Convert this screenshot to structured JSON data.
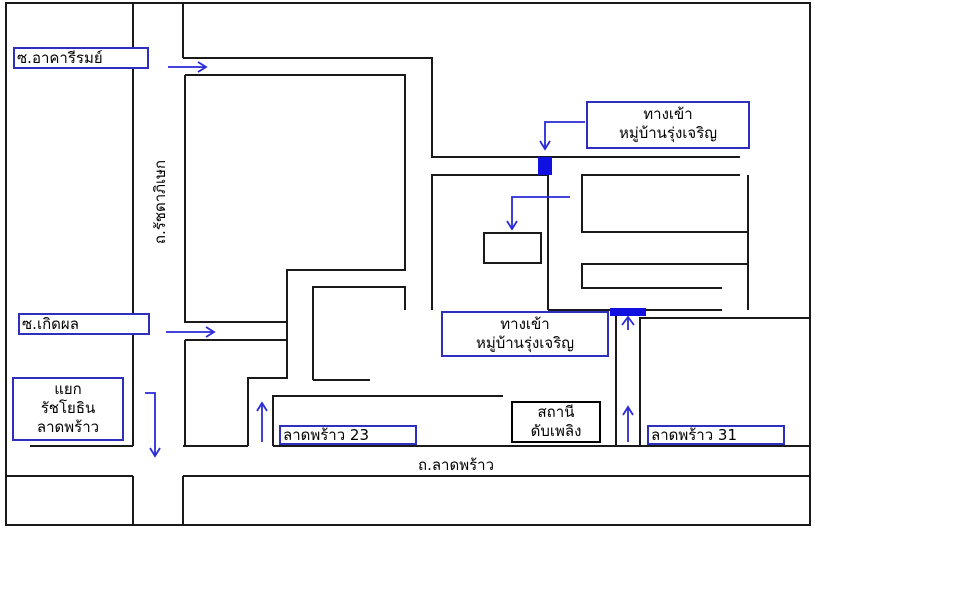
{
  "roads": {
    "soi_arakarom": "ซ.อาคารีรมย์",
    "ratchadaphisek": "ถ.รัชดาภิเษก",
    "soi_kerdphon": "ซ.เกิดผล",
    "lat_phrao_road": "ถ.ลาดพร้าว",
    "lat_phrao_23": "ลาดพร้าว 23",
    "lat_phrao_31": "ลาดพร้าว 31"
  },
  "landmarks": {
    "entrance_top": [
      "ทางเข้า",
      "หมู่บ้านรุ่งเจริญ"
    ],
    "entrance_bottom": [
      "ทางเข้า",
      "หมู่บ้านรุ่งเจริญ"
    ],
    "intersection": [
      "แยก",
      "รัชโยธิน",
      "ลาดพร้าว"
    ],
    "fire_station": [
      "สถานี",
      "ดับเพลิง"
    ]
  },
  "colors": {
    "road_line": "#1a1a1a",
    "arrow": "#2a2ad8",
    "marker": "#1010e0"
  }
}
